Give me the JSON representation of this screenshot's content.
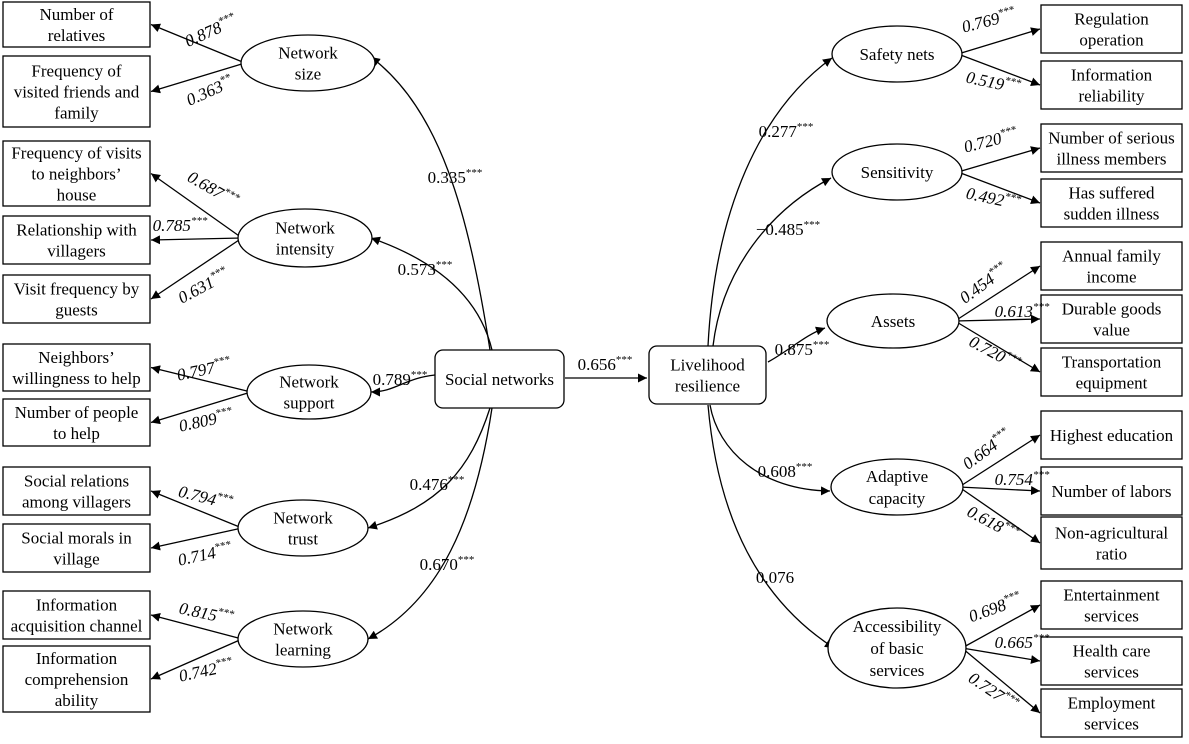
{
  "center": {
    "social_networks": "Social networks",
    "livelihood_resilience": [
      "Livelihood",
      "resilience"
    ],
    "main_path": {
      "value": "0.656",
      "sig": "***"
    }
  },
  "left_constructs": [
    {
      "id": "network-size",
      "label": [
        "Network",
        "size"
      ],
      "path": {
        "value": "0.335",
        "sig": "***"
      },
      "indicators": [
        {
          "label": [
            "Number of",
            "relatives"
          ],
          "loading": "0.878",
          "sig": "***"
        },
        {
          "label": [
            "Frequency of",
            "visited friends and",
            "family"
          ],
          "loading": "0.363",
          "sig": "**"
        }
      ]
    },
    {
      "id": "network-intensity",
      "label": [
        "Network",
        "intensity"
      ],
      "path": {
        "value": "0.573",
        "sig": "***"
      },
      "indicators": [
        {
          "label": [
            "Frequency of visits",
            "to neighbors’",
            "house"
          ],
          "loading": "0.687",
          "sig": "***"
        },
        {
          "label": [
            "Relationship with",
            "villagers"
          ],
          "loading": "0.785",
          "sig": "***"
        },
        {
          "label": [
            "Visit frequency by",
            "guests"
          ],
          "loading": "0.631",
          "sig": "***"
        }
      ]
    },
    {
      "id": "network-support",
      "label": [
        "Network",
        "support"
      ],
      "path": {
        "value": "0.789",
        "sig": "***"
      },
      "indicators": [
        {
          "label": [
            "Neighbors’",
            "willingness to help"
          ],
          "loading": "0.797",
          "sig": "***"
        },
        {
          "label": [
            "Number of people",
            "to help"
          ],
          "loading": "0.809",
          "sig": "***"
        }
      ]
    },
    {
      "id": "network-trust",
      "label": [
        "Network",
        "trust"
      ],
      "path": {
        "value": "0.476",
        "sig": "***"
      },
      "indicators": [
        {
          "label": [
            "Social relations",
            "among villagers"
          ],
          "loading": "0.794",
          "sig": "***"
        },
        {
          "label": [
            "Social morals in",
            "village"
          ],
          "loading": "0.714",
          "sig": "***"
        }
      ]
    },
    {
      "id": "network-learning",
      "label": [
        "Network",
        "learning"
      ],
      "path": {
        "value": "0.670",
        "sig": "***"
      },
      "indicators": [
        {
          "label": [
            "Information",
            "acquisition channel"
          ],
          "loading": "0.815",
          "sig": "***"
        },
        {
          "label": [
            "Information",
            "comprehension",
            "ability"
          ],
          "loading": "0.742",
          "sig": "***"
        }
      ]
    }
  ],
  "right_constructs": [
    {
      "id": "safety-nets",
      "label": [
        "Safety nets"
      ],
      "path": {
        "value": "0.277",
        "sig": "***"
      },
      "indicators": [
        {
          "label": [
            "Regulation",
            "operation"
          ],
          "loading": "0.769",
          "sig": "***"
        },
        {
          "label": [
            "Information",
            "reliability"
          ],
          "loading": "0.519",
          "sig": "***"
        }
      ]
    },
    {
      "id": "sensitivity",
      "label": [
        "Sensitivity"
      ],
      "path": {
        "value": "−0.485",
        "sig": "***"
      },
      "indicators": [
        {
          "label": [
            "Number of serious",
            "illness members"
          ],
          "loading": "0.720",
          "sig": "***"
        },
        {
          "label": [
            "Has suffered",
            "sudden illness"
          ],
          "loading": "0.492",
          "sig": "***"
        }
      ]
    },
    {
      "id": "assets",
      "label": [
        "Assets"
      ],
      "path": {
        "value": "0.875",
        "sig": "***"
      },
      "indicators": [
        {
          "label": [
            "Annual family",
            "income"
          ],
          "loading": "0.454",
          "sig": "***"
        },
        {
          "label": [
            "Durable goods",
            "value"
          ],
          "loading": "0.613",
          "sig": "***"
        },
        {
          "label": [
            "Transportation",
            "equipment"
          ],
          "loading": "0.720",
          "sig": "***"
        }
      ]
    },
    {
      "id": "adaptive-capacity",
      "label": [
        "Adaptive",
        "capacity"
      ],
      "path": {
        "value": "0.608",
        "sig": "***"
      },
      "indicators": [
        {
          "label": [
            "Highest education"
          ],
          "loading": "0.664",
          "sig": "***"
        },
        {
          "label": [
            "Number of labors"
          ],
          "loading": "0.754",
          "sig": "***"
        },
        {
          "label": [
            "Non-agricultural",
            "ratio"
          ],
          "loading": "0.618",
          "sig": "***"
        }
      ]
    },
    {
      "id": "accessibility-basic-services",
      "label": [
        "Accessibility",
        "of basic",
        "services"
      ],
      "path": {
        "value": "0.076",
        "sig": ""
      },
      "indicators": [
        {
          "label": [
            "Entertainment",
            "services"
          ],
          "loading": "0.698",
          "sig": "***"
        },
        {
          "label": [
            "Health care",
            "services"
          ],
          "loading": "0.665",
          "sig": "***"
        },
        {
          "label": [
            "Employment",
            "services"
          ],
          "loading": "0.727",
          "sig": "***"
        }
      ]
    }
  ]
}
